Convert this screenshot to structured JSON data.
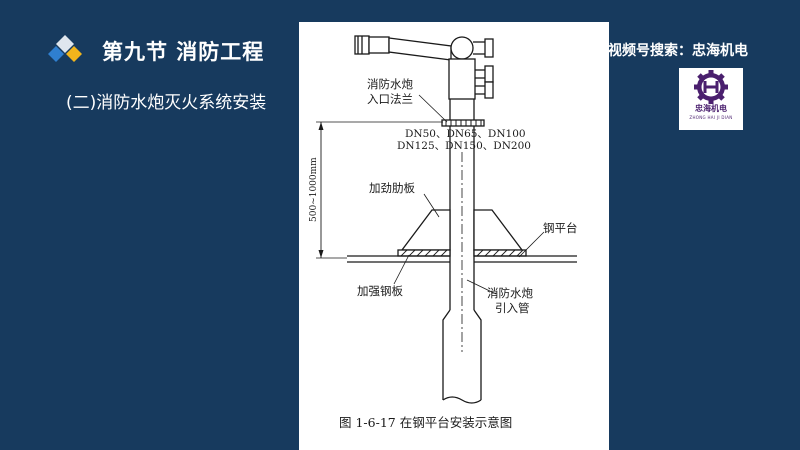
{
  "header": {
    "section_title": "第九节  消防工程",
    "subtitle": "(二)消防水炮灭火系统安装",
    "search_text": "视频号搜索：忠海机电"
  },
  "brand": {
    "name": "忠海机电",
    "pinyin": "ZHONG HAI JI DIAN",
    "color": "#4a1f6e"
  },
  "diagram": {
    "labels": {
      "inlet_flange_l1": "消防水炮",
      "inlet_flange_l2": "入口法兰",
      "dn_line1": "DN50、DN65、DN100",
      "dn_line2": "DN125、DN150、DN200",
      "height_range": "500~1000mm",
      "stiffener": "加劲肋板",
      "platform": "钢平台",
      "reinforce_plate": "加强钢板",
      "inlet_pipe_l1": "消防水炮",
      "inlet_pipe_l2": "引入管"
    },
    "caption": "图 1-6-17    在钢平台安装示意图"
  },
  "colors": {
    "background": "#173a5e",
    "diamond_blue": "#2f7fd0",
    "diamond_yellow": "#f2b51c",
    "diamond_light": "#dfe6ee"
  }
}
